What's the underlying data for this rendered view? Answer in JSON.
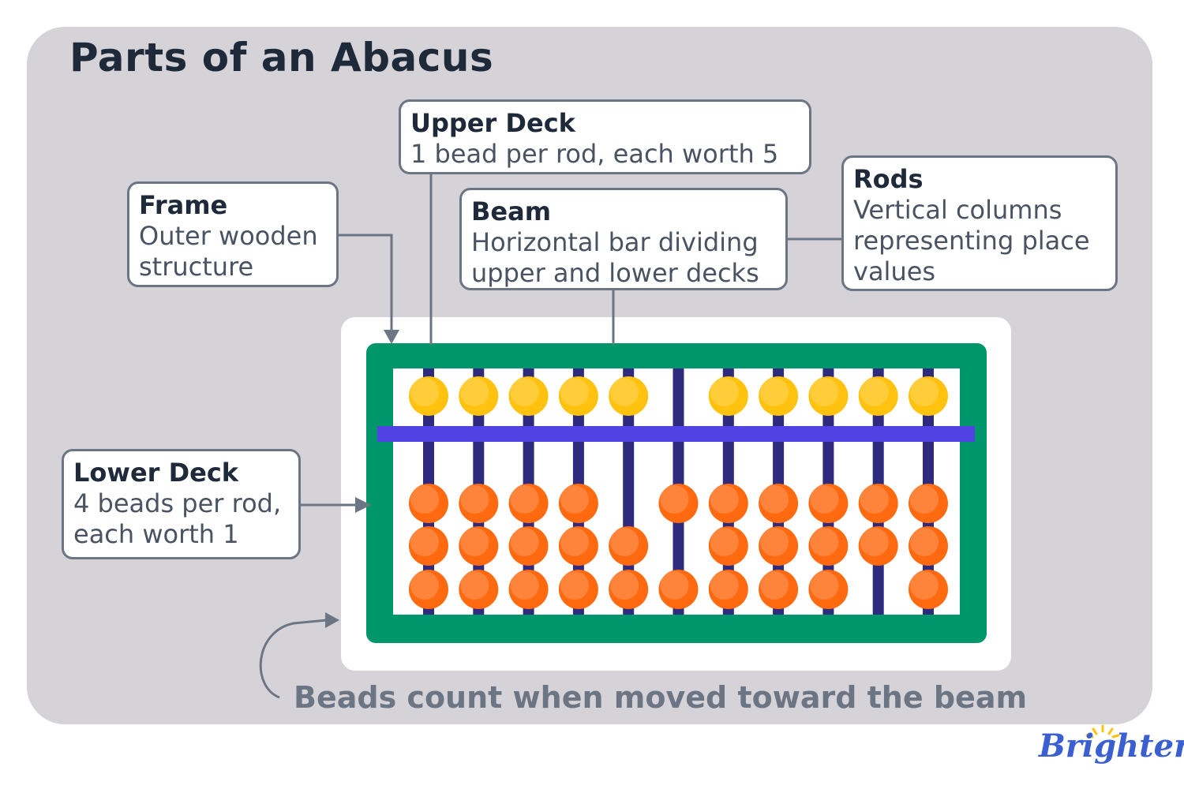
{
  "title": "Parts of an Abacus",
  "callouts": {
    "upper_deck": {
      "title": "Upper Deck",
      "lines": [
        "1 bead per rod, each worth 5"
      ]
    },
    "frame": {
      "title": "Frame",
      "lines": [
        "Outer wooden",
        "structure"
      ]
    },
    "beam": {
      "title": "Beam",
      "lines": [
        "Horizontal bar dividing",
        "upper and lower decks"
      ]
    },
    "rods": {
      "title": "Rods",
      "lines": [
        "Vertical columns",
        "representing place",
        "values"
      ]
    },
    "lower_deck": {
      "title": "Lower Deck",
      "lines": [
        "4 beads per rod,",
        "each worth 1"
      ]
    }
  },
  "caption": "Beads count when moved toward the beam",
  "logo": "Brighterly",
  "abacus": {
    "rod_count": 11,
    "upper_beads_present": [
      1,
      1,
      1,
      1,
      1,
      0,
      1,
      1,
      1,
      1,
      1
    ],
    "lower_beads_present": [
      [
        1,
        1,
        1
      ],
      [
        1,
        1,
        1
      ],
      [
        1,
        1,
        1
      ],
      [
        1,
        1,
        1
      ],
      [
        0,
        1,
        1
      ],
      [
        1,
        0,
        1
      ],
      [
        1,
        1,
        1
      ],
      [
        1,
        1,
        1
      ],
      [
        1,
        1,
        1
      ],
      [
        1,
        1,
        0
      ],
      [
        1,
        1,
        1
      ]
    ]
  },
  "colors": {
    "panel": "#d6d3d8",
    "frame": "#00966b",
    "rod": "#2e2a7d",
    "beam": "#5142e3",
    "upper_bead": "#ffc20e",
    "lower_bead": "#ff6a10",
    "connector": "#6b7584",
    "logo": "#3b5fd0"
  }
}
